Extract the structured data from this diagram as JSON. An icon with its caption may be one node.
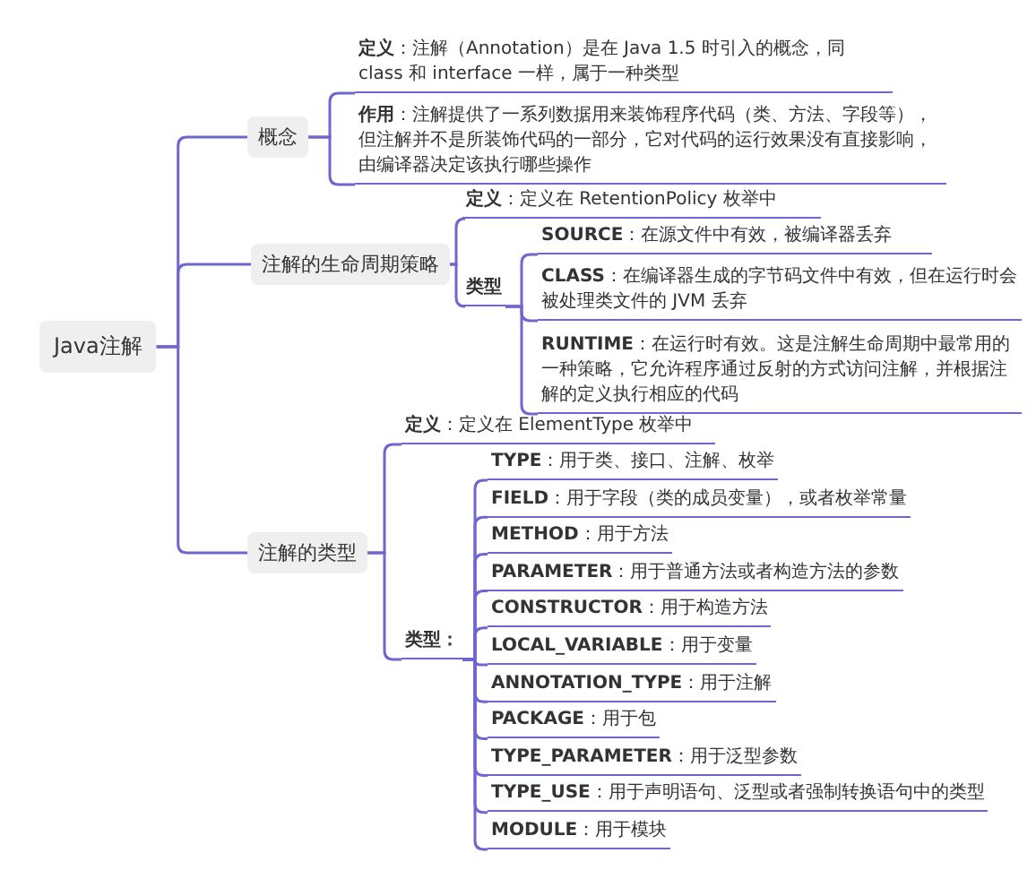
{
  "diagram": {
    "nodes": [
      {
        "text": [
          "Java注解"
        ]
      },
      {
        "text": [
          "概念"
        ]
      },
      {
        "text": [
          "**定义**：注解（Annotation）是在 Java 1.5 时引入的概念，同 class 和 interface 一样，属于一种类型"
        ]
      },
      {
        "text": [
          "**作用**：注解提供了一系列数据用来装饰程序代码（类、方法、字段等），但注解并不是所装饰代码的一部分，它对代码的运行效果没有直接影响，由编译器决定该执行哪些操作"
        ]
      },
      {
        "text": [
          "注解的生命周期策略"
        ]
      },
      {
        "text": [
          "**定义**：定义在 RetentionPolicy 枚举中"
        ]
      },
      {
        "text": [
          "类型"
        ]
      },
      {
        "text": [
          "**SOURCE**：在源文件中有效，被编译器丢弃"
        ]
      },
      {
        "text": [
          "**CLASS**：在编译器生成的字节码文件中有效，但在运行时会被处理类文件的 JVM 丢弃"
        ]
      },
      {
        "text": [
          "**RUNTIME**：在运行时有效。这是注解生命周期中最常用的一种策略，它允许程序通过反射的方式访问注解，并根据注解的定义执行相应的代码"
        ]
      },
      {
        "text": [
          "注解的类型"
        ]
      },
      {
        "text": [
          "**定义**：定义在 ElementType 枚举中"
        ]
      },
      {
        "text": [
          "类型："
        ]
      },
      {
        "text": [
          "**TYPE**：用于类、接口、注解、枚举"
        ]
      },
      {
        "text": [
          "**FIELD**：用于字段（类的成员变量），或者枚举常量"
        ]
      },
      {
        "text": [
          "**METHOD**：用于方法"
        ]
      },
      {
        "text": [
          "**PARAMETER**：用于普通方法或者构造方法的参数"
        ]
      },
      {
        "text": [
          "**CONSTRUCTOR**：用于构造方法"
        ]
      },
      {
        "text": [
          "**LOCAL_VARIABLE**：用于变量"
        ]
      },
      {
        "text": [
          "**ANNOTATION_TYPE**：用于注解"
        ]
      },
      {
        "text": [
          "**PACKAGE**：用于包"
        ]
      },
      {
        "text": [
          "**TYPE_PARAMETER**：用于泛型参数"
        ]
      },
      {
        "text": [
          "**TYPE_USE**：用于声明语句、泛型或者强制转换语句中的类型"
        ]
      },
      {
        "text": [
          "**MODULE**：用于模块"
        ]
      }
    ],
    "edges": [
      {
        "from": 0,
        "to": 1,
        "arrow": "none"
      },
      {
        "from": 0,
        "to": 4,
        "arrow": "none"
      },
      {
        "from": 0,
        "to": 10,
        "arrow": "none"
      },
      {
        "from": 1,
        "to": 2,
        "arrow": "none"
      },
      {
        "from": 1,
        "to": 3,
        "arrow": "none"
      },
      {
        "from": 4,
        "to": 5,
        "arrow": "none"
      },
      {
        "from": 4,
        "to": 6,
        "arrow": "none"
      },
      {
        "from": 6,
        "to": 7,
        "arrow": "none"
      },
      {
        "from": 6,
        "to": 8,
        "arrow": "none"
      },
      {
        "from": 6,
        "to": 9,
        "arrow": "none"
      },
      {
        "from": 10,
        "to": 11,
        "arrow": "none"
      },
      {
        "from": 10,
        "to": 12,
        "arrow": "none"
      },
      {
        "from": 12,
        "to": 13,
        "arrow": "none"
      },
      {
        "from": 12,
        "to": 14,
        "arrow": "none"
      },
      {
        "from": 12,
        "to": 15,
        "arrow": "none"
      },
      {
        "from": 12,
        "to": 16,
        "arrow": "none"
      },
      {
        "from": 12,
        "to": 17,
        "arrow": "none"
      },
      {
        "from": 12,
        "to": 18,
        "arrow": "none"
      },
      {
        "from": 12,
        "to": 19,
        "arrow": "none"
      },
      {
        "from": 12,
        "to": 20,
        "arrow": "none"
      },
      {
        "from": 12,
        "to": 21,
        "arrow": "none"
      },
      {
        "from": 12,
        "to": 22,
        "arrow": "none"
      },
      {
        "from": 12,
        "to": 23,
        "arrow": "none"
      }
    ]
  }
}
